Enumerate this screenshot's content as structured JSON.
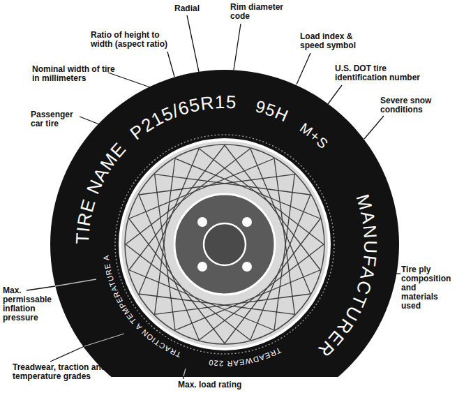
{
  "diagram": {
    "labels": [
      "Radial",
      "Rim diameter code",
      "Ratio of height to width (aspect ratio)",
      "Load index & speed symbol",
      "Nominal width of tire in millimeters",
      "U.S. DOT tire identification number",
      "Passenger car tire",
      "Severe snow conditions",
      "TIRE NAME",
      "P215/65R15",
      "95H",
      "M+S",
      "MANUFACTURER",
      "Max. permissable inflation pressure",
      "Tire ply composition and materials used",
      "TREADWEAR 220",
      "TRACTION A TEMPERATURE A",
      "Treadwear, traction and temperature grades",
      "Max. load rating"
    ]
  }
}
